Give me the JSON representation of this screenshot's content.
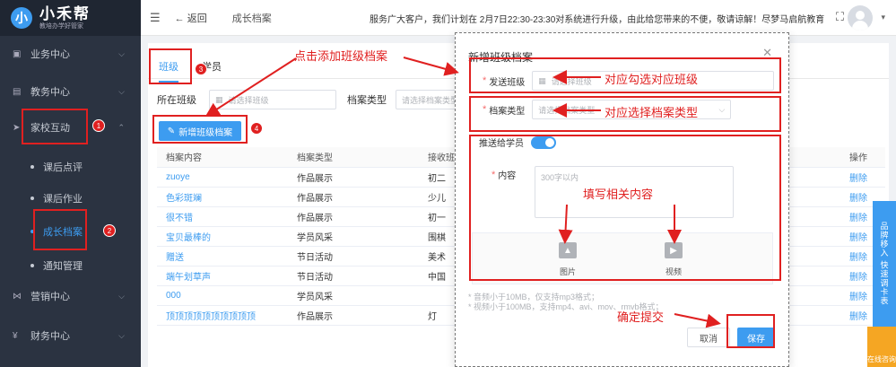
{
  "app": {
    "logo_mark": "小",
    "name": "小禾帮",
    "subtitle": "教培办学好管家"
  },
  "sidebar": {
    "items": [
      {
        "label": "业务中心",
        "icon": "briefcase-icon"
      },
      {
        "label": "教务中心",
        "icon": "book-icon"
      },
      {
        "label": "家校互动",
        "icon": "send-icon"
      },
      {
        "label": "营销中心",
        "icon": "share-icon"
      },
      {
        "label": "财务中心",
        "icon": "money-icon"
      }
    ],
    "sub_items": [
      {
        "label": "课后点评"
      },
      {
        "label": "课后作业"
      },
      {
        "label": "成长档案"
      },
      {
        "label": "通知管理"
      }
    ]
  },
  "topbar": {
    "back_label": "返回",
    "breadcrumb": "成长档案",
    "notice": "服务广大客户，我们计划在 2月7日22:30-23:30对系统进行升级，由此给您带来的不便，敬请谅解！尽梦马启航教育"
  },
  "tabs": [
    {
      "label": "班级"
    },
    {
      "label": "学员"
    }
  ],
  "filters": {
    "class_label": "所在班级",
    "class_placeholder": "请选择班级",
    "type_label": "档案类型",
    "type_placeholder": "请选择档案类型"
  },
  "add_button": "新增班级档案",
  "table": {
    "headers": [
      "档案内容",
      "档案类型",
      "接收班级",
      "操作"
    ],
    "rows": [
      {
        "content": "zuoye",
        "type": "作品展示",
        "class": "初二",
        "op": "删除"
      },
      {
        "content": "色彩斑斓",
        "type": "作品展示",
        "class": "少儿",
        "op": "删除"
      },
      {
        "content": "很不错",
        "type": "作品展示",
        "class": "初一",
        "op": "删除"
      },
      {
        "content": "宝贝最棒的",
        "type": "学员风采",
        "class": "围棋",
        "op": "删除"
      },
      {
        "content": "赠送",
        "type": "节日活动",
        "class": "美术",
        "op": "删除"
      },
      {
        "content": "端午划草声",
        "type": "节日活动",
        "class": "中国",
        "op": "删除"
      },
      {
        "content": "000",
        "type": "学员风采",
        "class": "",
        "op": "删除"
      },
      {
        "content": "顶顶顶顶顶顶顶顶顶顶",
        "type": "作品展示",
        "class": "灯",
        "op": "删除"
      }
    ]
  },
  "modal": {
    "title": "新增班级档案",
    "class_label": "发送班级",
    "class_placeholder": "请选择班级",
    "type_label": "档案类型",
    "type_placeholder": "请选择档案类型",
    "sync_label": "推送给学员",
    "content_label": "内容",
    "content_placeholder": "300字以内",
    "upload_image": "图片",
    "upload_video": "视频",
    "hint1": "* 音频小于10MB，仅支持mp3格式；",
    "hint2": "* 视频小于100MB，支持mp4、avi、mov、rmvb格式；",
    "cancel": "取消",
    "save": "保存"
  },
  "annotations": {
    "click_add": "点击添加班级档案",
    "select_class": "对应勾选对应班级",
    "select_type": "对应选择档案类型",
    "fill_content": "填写相关内容",
    "confirm": "确定提交",
    "badges": [
      "1",
      "2",
      "3",
      "4"
    ],
    "color": "#e02020"
  },
  "float": {
    "blue_text": "品牌移入 快速调卡表",
    "orange_text": "在线咨询"
  },
  "colors": {
    "accent": "#3d9cf0",
    "sidebar": "#2b3341",
    "annotation": "#e02020"
  }
}
